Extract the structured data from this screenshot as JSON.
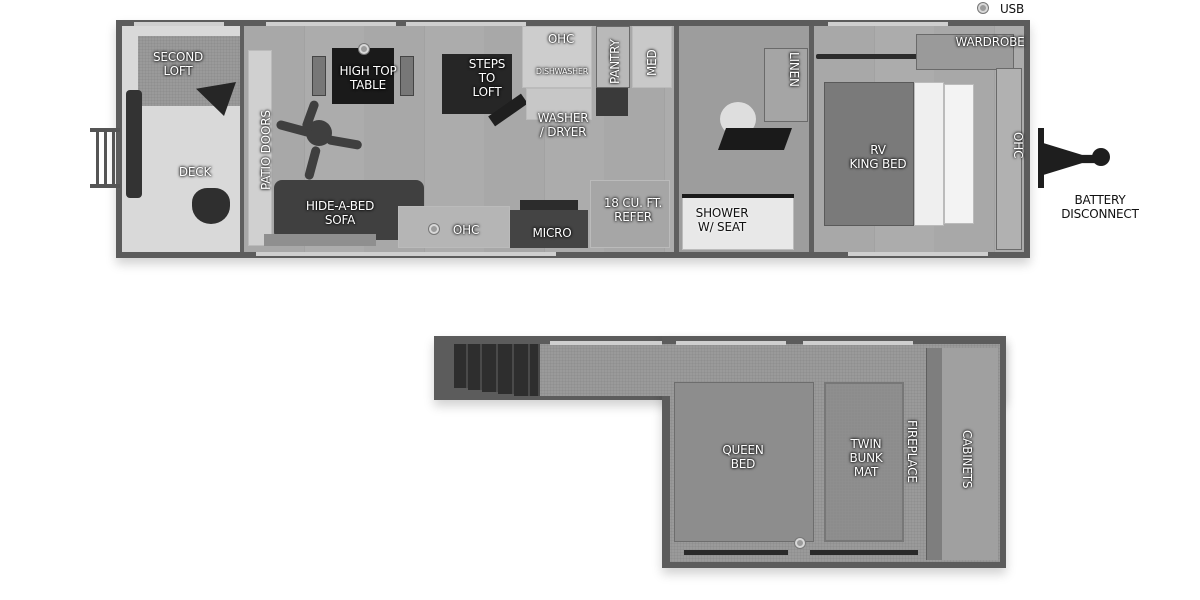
{
  "main_floor": {
    "labels": {
      "second_loft": "SECOND\nLOFT",
      "deck": "DECK",
      "patio_doors": "PATIO DOORS",
      "high_top_table": "HIGH TOP\nTABLE",
      "hide_a_bed_sofa": "HIDE-A-BED\nSOFA",
      "steps_to_loft": "STEPS\nTO\nLOFT",
      "ohc_kitchen_upper": "OHC",
      "dishwasher": "DISHWASHER",
      "pantry": "PANTRY",
      "med": "MED",
      "washer_dryer": "WASHER\n/ DRYER",
      "ohc_kitchen_lower": "OHC",
      "micro": "MICRO",
      "refer": "18 CU. FT.\nREFER",
      "linen": "LINEN",
      "shower": "SHOWER\nW/ SEAT",
      "rv_king_bed": "RV\nKING BED",
      "wardrobe": "WARDROBE",
      "ohc_bedroom": "OHC"
    },
    "callouts": {
      "usb": "USB",
      "battery_disconnect": "BATTERY\nDISCONNECT"
    }
  },
  "loft_floor": {
    "labels": {
      "queen_bed": "QUEEN\nBED",
      "twin_bunk_mat": "TWIN\nBUNK\nMAT",
      "fireplace": "FIREPLACE",
      "cabinets": "CABINETS"
    }
  },
  "legend": {
    "usb_marker": "usb-port-dot"
  },
  "colors": {
    "walls": "#5c5c5c",
    "floor": "#a9a9a9",
    "dark_furniture": "#1a1a1a",
    "label_text": "#ffffff",
    "background": "#ffffff"
  }
}
